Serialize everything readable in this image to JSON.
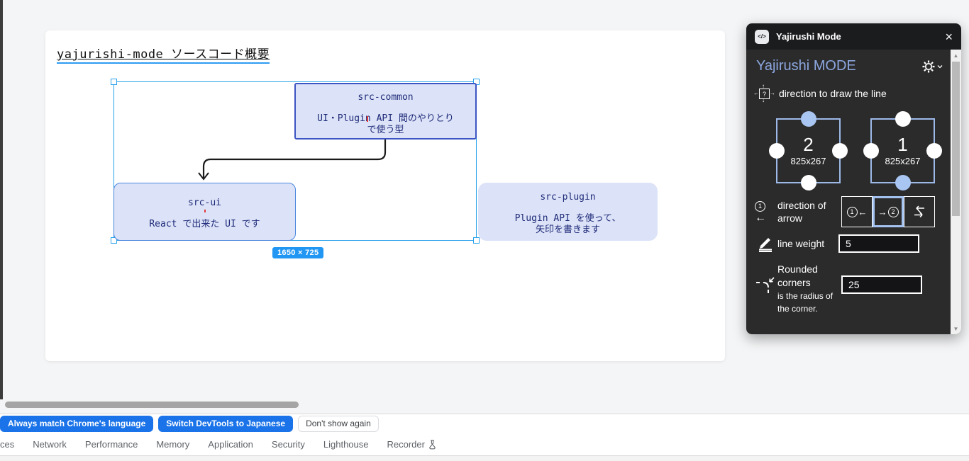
{
  "colors": {
    "selection_blue": "#2aa2ea",
    "badge_blue": "#2196f3",
    "infobar_blue": "#1a73e8",
    "panel_accent": "#a9c5f2",
    "heading_blue": "#8ca7de",
    "box_fill": "#dce3f8",
    "box_text": "#1e2a78"
  },
  "canvas": {
    "title": "yajurishi-mode ソースコード概要",
    "size_badge": "1650 × 725",
    "boxes": [
      {
        "title": "src-common",
        "line1": "UI・Plugin API 間のやりとり",
        "line2": "で使う型"
      },
      {
        "title": "src-ui",
        "line1": "React で出来た UI です"
      },
      {
        "title": "src-plugin",
        "line1": "Plugin API を使って、",
        "line2": "矢印を書きます"
      }
    ]
  },
  "panel": {
    "window_title": "Yajirushi Mode",
    "window_icon": "</>",
    "close_label": "×",
    "heading": "Yajirushi MODE",
    "direction_line": {
      "label": "direction to draw the line",
      "help_icon": "?",
      "squares": [
        {
          "number": "2",
          "size": "825x267",
          "selected_side": "top"
        },
        {
          "number": "1",
          "size": "825x267",
          "selected_side": "bottom"
        }
      ]
    },
    "direction_arrow": {
      "label": "direction of arrow",
      "btn1_num": "1",
      "btn1_arrow": "←",
      "btn2_num": "2",
      "btn2_arrow": "→",
      "selected": "btn2"
    },
    "line_weight": {
      "label": "line weight",
      "value": "5"
    },
    "rounded_corners": {
      "label": "Rounded corners",
      "sub": "is the radius of the corner.",
      "value": "25"
    }
  },
  "infobar": {
    "buttons": [
      {
        "label": "Always match Chrome's language",
        "style": "blue"
      },
      {
        "label": "Switch DevTools to Japanese",
        "style": "blue"
      },
      {
        "label": "Don't show again",
        "style": "plain"
      }
    ]
  },
  "devtools_tabs": [
    {
      "label": "ces"
    },
    {
      "label": "Network"
    },
    {
      "label": "Performance"
    },
    {
      "label": "Memory"
    },
    {
      "label": "Application"
    },
    {
      "label": "Security"
    },
    {
      "label": "Lighthouse"
    },
    {
      "label": "Recorder"
    }
  ]
}
